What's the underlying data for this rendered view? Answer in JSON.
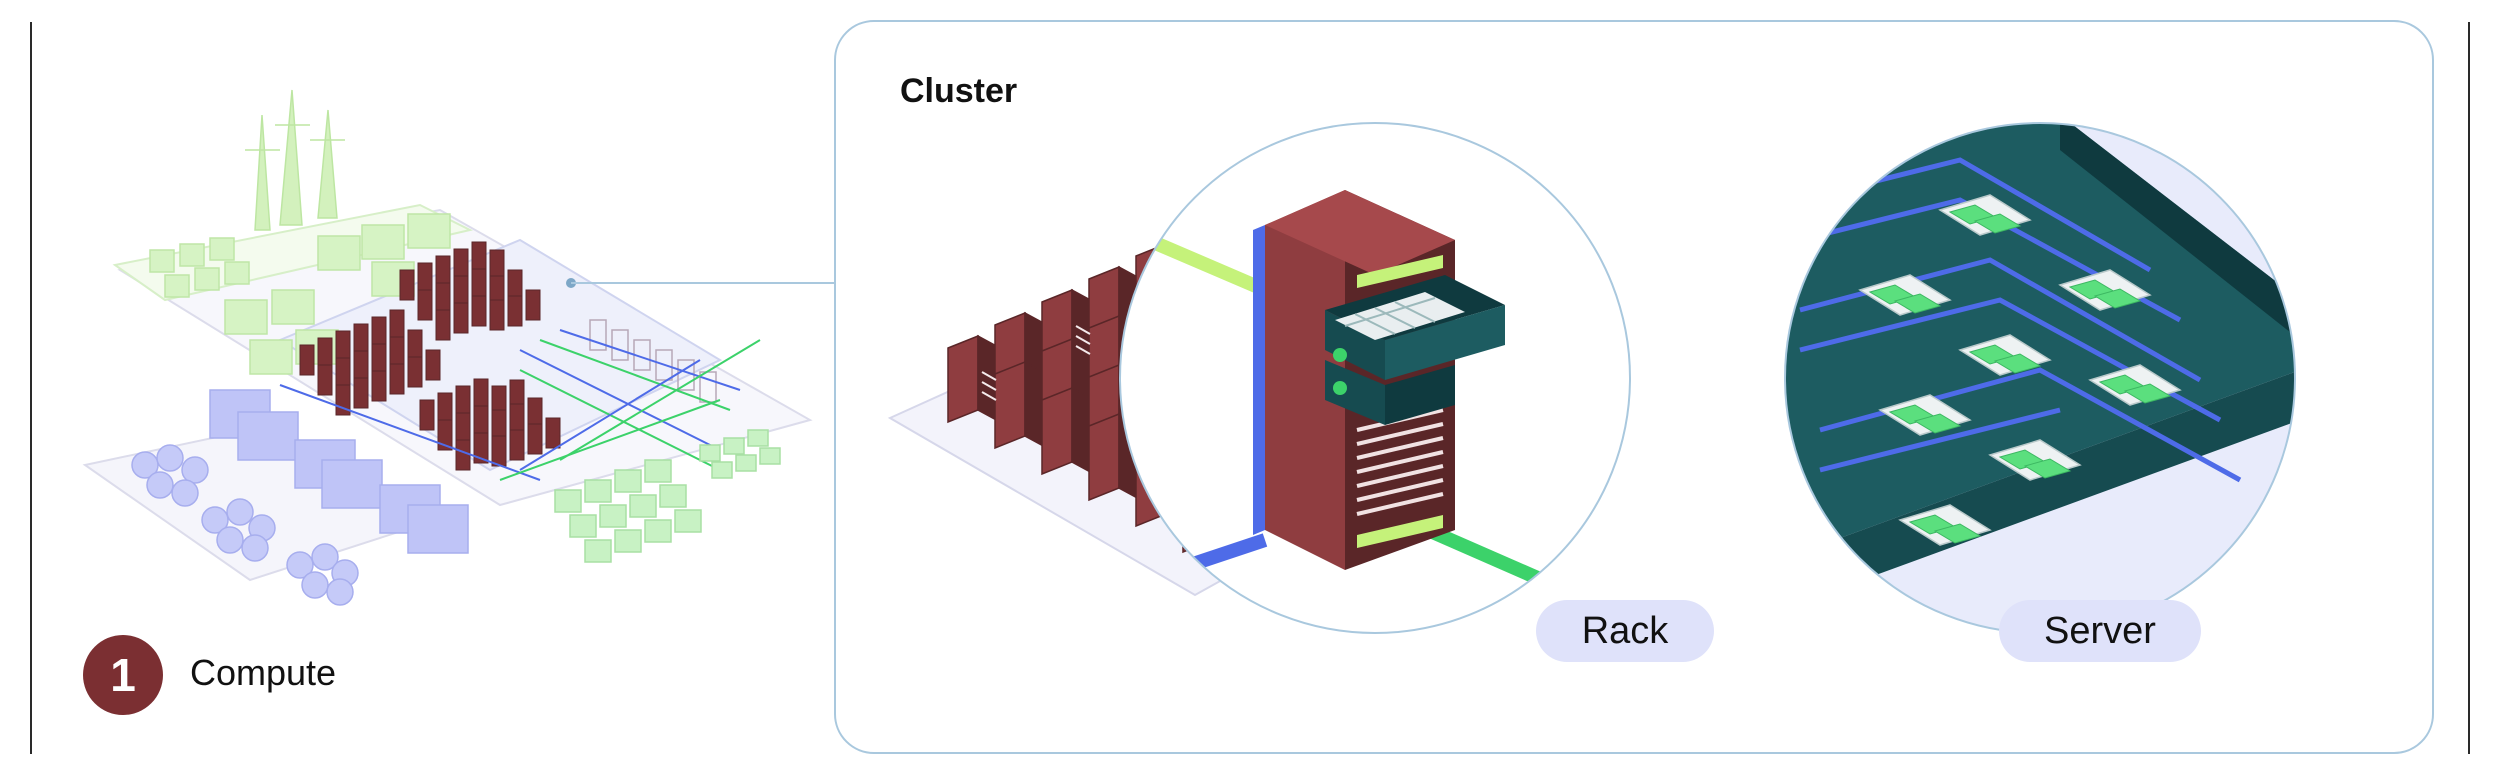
{
  "diagram": {
    "step": {
      "number": "1",
      "label": "Compute"
    },
    "panel": {
      "title": "Cluster"
    },
    "zoom_labels": {
      "rack": "Rack",
      "server": "Server"
    }
  },
  "colors": {
    "rack_dark": "#5a2628",
    "rack_mid": "#7a3033",
    "rack_light": "#8f3d40",
    "server_board": "#1d5c61",
    "server_dark": "#0f3a3f",
    "gpu_green": "#5bdf7e",
    "cooling_blue": "#4e6be8",
    "cable_lime": "#c5f27a",
    "cable_green": "#3cd26a",
    "power_green": "#c8f2b3",
    "cooling_lavender": "#b7bdf5",
    "panel_border": "#a9c8de"
  }
}
